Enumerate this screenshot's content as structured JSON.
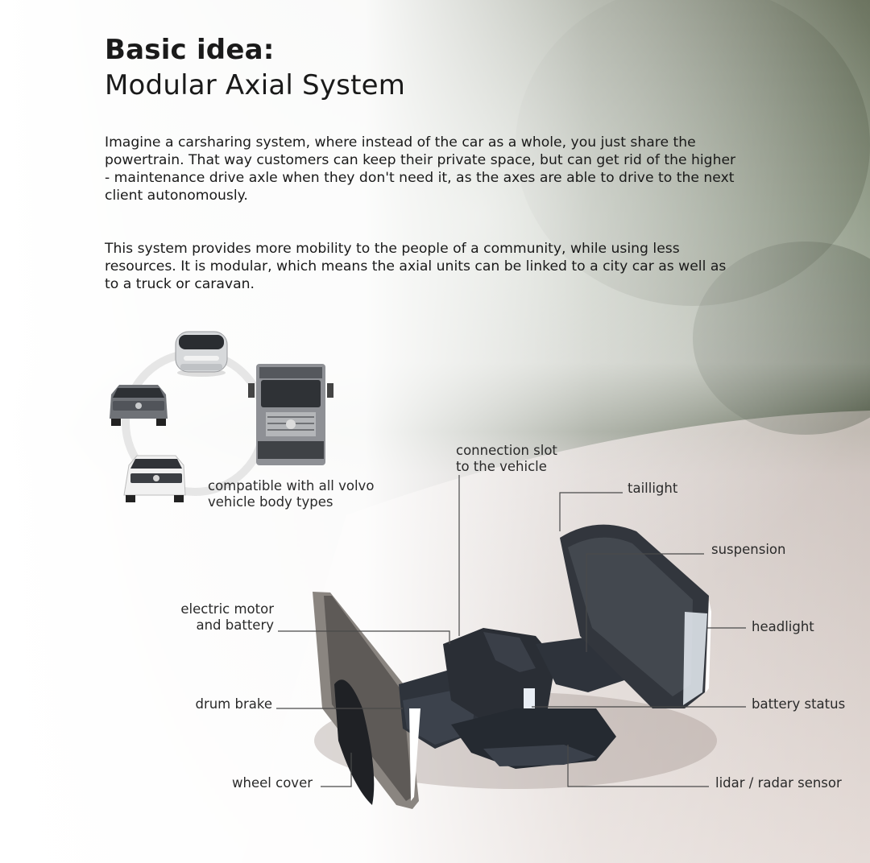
{
  "title": {
    "line1": "Basic idea:",
    "line2": "Modular Axial System"
  },
  "paragraphs": [
    "Imagine a carsharing system, where instead of the car as a whole, you just share the powertrain. That way customers can keep their private space, but can get rid of the higher - maintenance drive axle when they don't need it, as the axes are able to drive to the next client autonomously.",
    "This system provides more mobility to the people of a community, while using less resources. It is modular, which means the axial units can be linked to a city car as well as to a truck or caravan."
  ],
  "vehicle_caption": {
    "line1": "compatible with all volvo",
    "line2": "vehicle body types"
  },
  "callouts": {
    "connection_slot": {
      "line1": "connection slot",
      "line2": "to the vehicle"
    },
    "taillight": "taillight",
    "suspension": "suspension",
    "electric_motor": {
      "line1": "electric motor",
      "line2": "and battery"
    },
    "headlight": "headlight",
    "drum_brake": "drum brake",
    "battery_status": "battery status",
    "wheel_cover": "wheel cover",
    "lidar_radar": "lidar / radar sensor"
  },
  "icons": {
    "city_car": "city-car-icon",
    "suv_front": "suv-front-icon",
    "suv_white": "white-suv-icon",
    "truck": "truck-icon",
    "axial_unit": "axial-unit-illustration"
  },
  "colors": {
    "text": "#1a1a1a",
    "unit_dark": "#2b2f36",
    "unit_metal": "#8a8580",
    "road": "#d9cfcb",
    "foliage": "#5d6a50"
  }
}
